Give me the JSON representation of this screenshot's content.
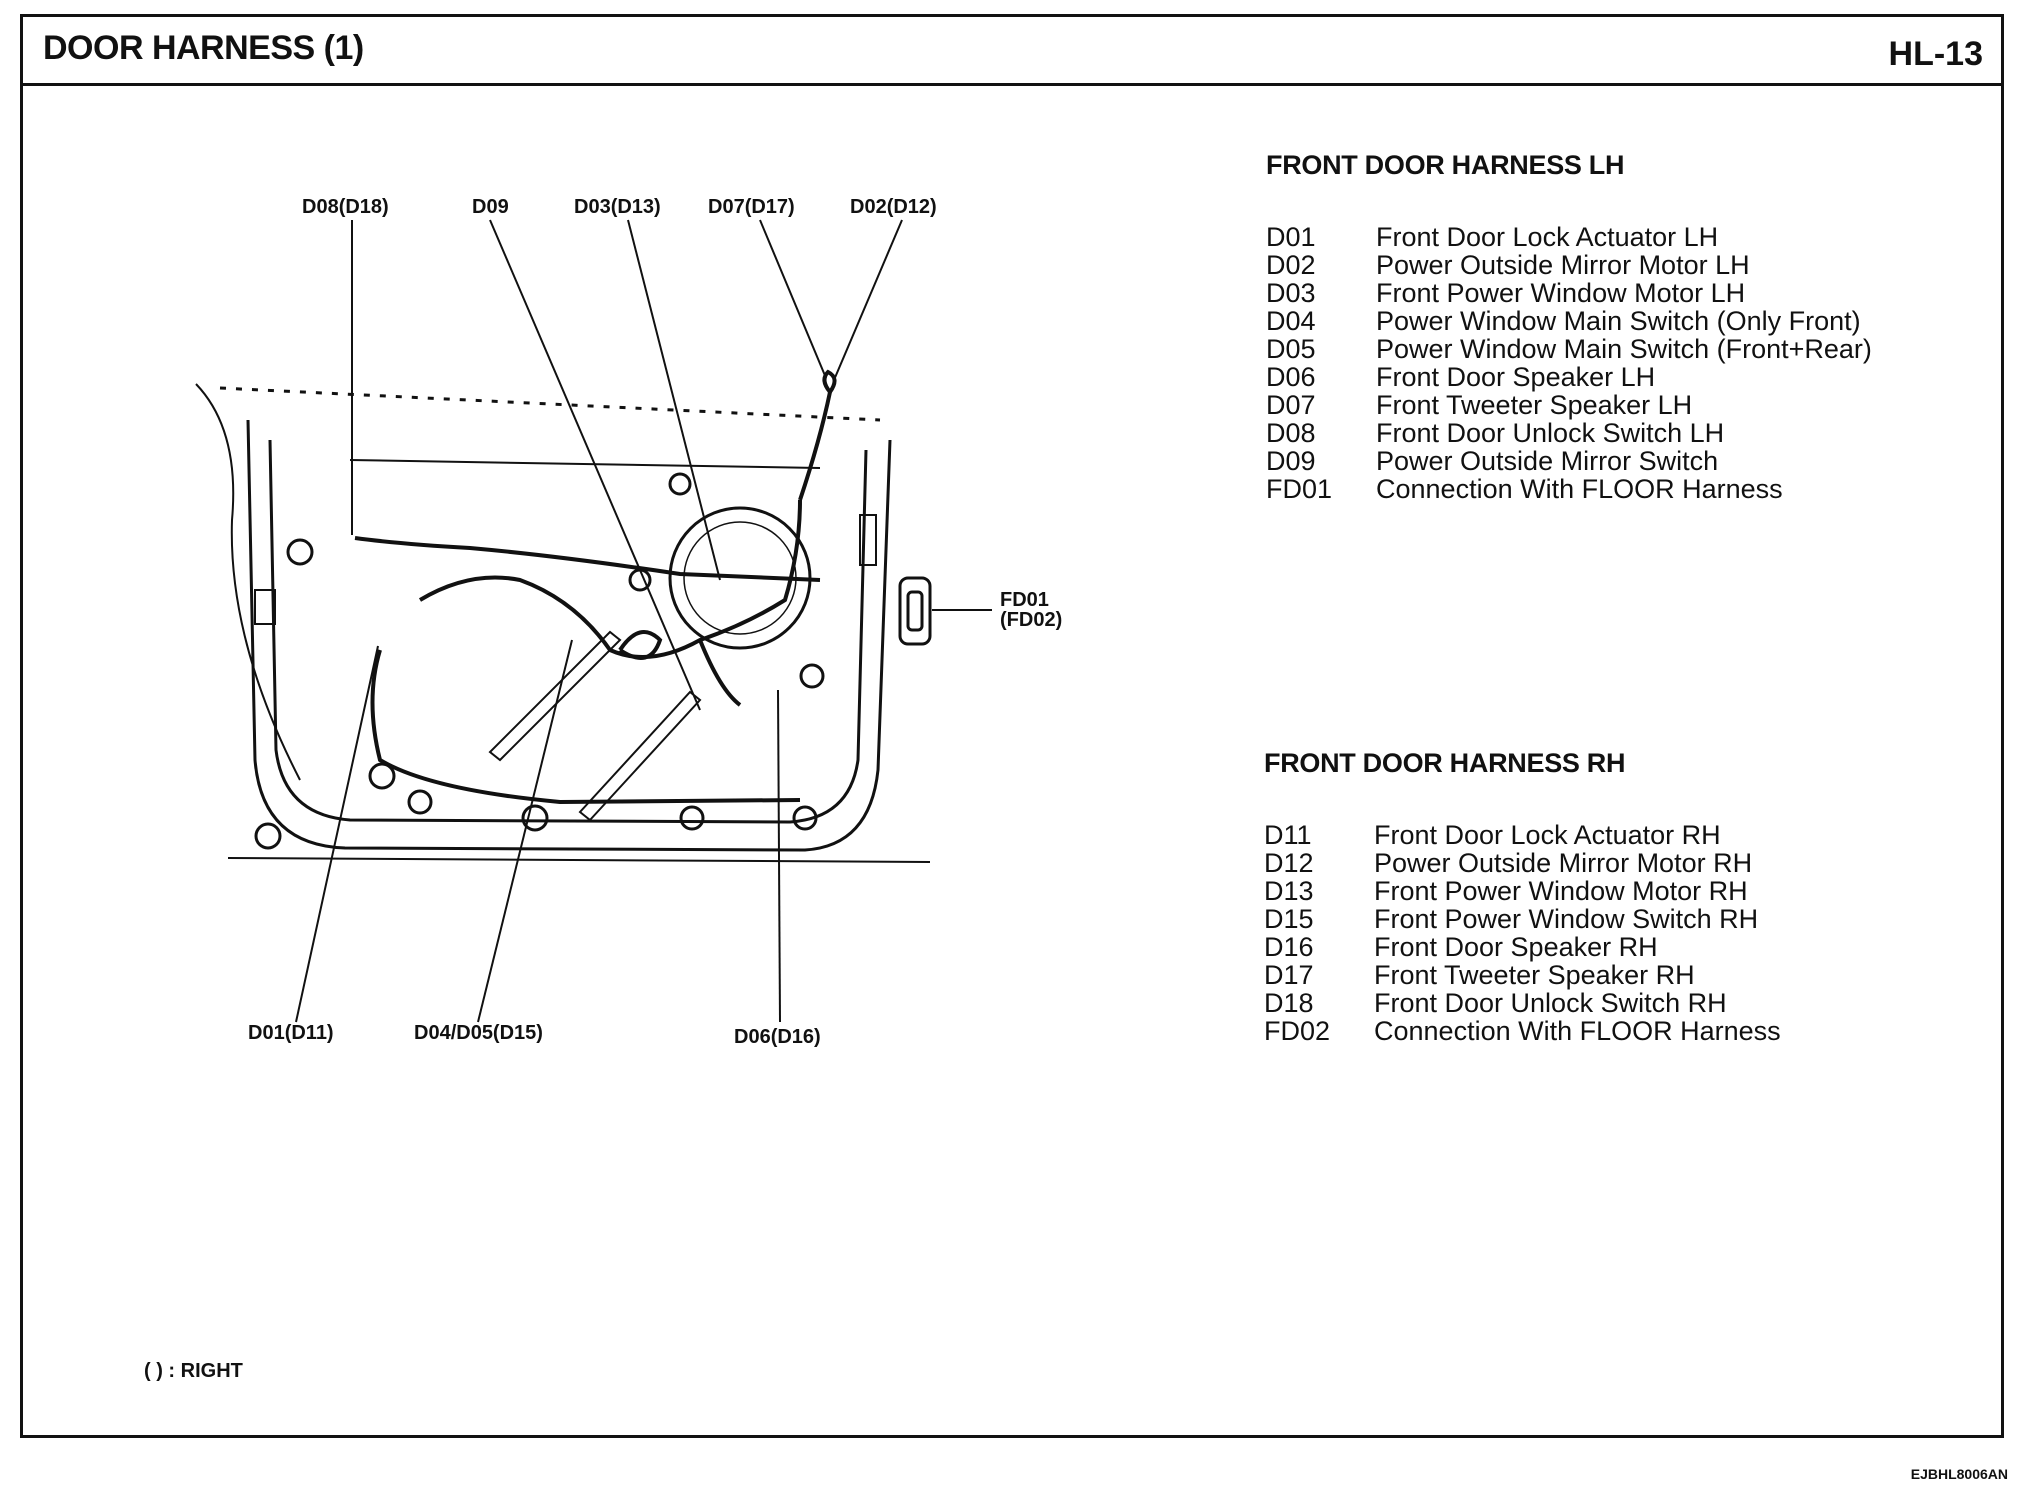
{
  "header": {
    "title": "DOOR HARNESS (1)",
    "page_code": "HL-13"
  },
  "diagram": {
    "callouts": {
      "d08_d18": "D08(D18)",
      "d09": "D09",
      "d03_d13": "D03(D13)",
      "d07_d17": "D07(D17)",
      "d02_d12": "D02(D12)",
      "fd01": "FD01",
      "fd02": "(FD02)",
      "d01_d11": "D01(D11)",
      "d04_d05_d15": "D04/D05(D15)",
      "d06_d16": "D06(D16)"
    }
  },
  "legend": {
    "lh": {
      "heading": "FRONT DOOR HARNESS LH",
      "items": [
        {
          "code": "D01",
          "desc": "Front Door Lock Actuator LH"
        },
        {
          "code": "D02",
          "desc": "Power Outside Mirror Motor LH"
        },
        {
          "code": "D03",
          "desc": "Front Power Window Motor LH"
        },
        {
          "code": "D04",
          "desc": "Power Window Main Switch (Only Front)"
        },
        {
          "code": "D05",
          "desc": "Power Window Main Switch (Front+Rear)"
        },
        {
          "code": "D06",
          "desc": "Front Door Speaker LH"
        },
        {
          "code": "D07",
          "desc": "Front Tweeter Speaker LH"
        },
        {
          "code": "D08",
          "desc": "Front Door Unlock Switch LH"
        },
        {
          "code": "D09",
          "desc": "Power Outside Mirror Switch"
        },
        {
          "code": "FD01",
          "desc": "Connection With FLOOR Harness"
        }
      ]
    },
    "rh": {
      "heading": "FRONT DOOR HARNESS RH",
      "items": [
        {
          "code": "D11",
          "desc": "Front Door Lock Actuator RH"
        },
        {
          "code": "D12",
          "desc": "Power Outside Mirror Motor RH"
        },
        {
          "code": "D13",
          "desc": "Front Power Window Motor RH"
        },
        {
          "code": "D15",
          "desc": "Front Power Window Switch RH"
        },
        {
          "code": "D16",
          "desc": "Front Door Speaker RH"
        },
        {
          "code": "D17",
          "desc": "Front Tweeter Speaker RH"
        },
        {
          "code": "D18",
          "desc": "Front Door Unlock Switch RH"
        },
        {
          "code": "FD02",
          "desc": "Connection With FLOOR Harness"
        }
      ]
    }
  },
  "footnote": "( ) : RIGHT",
  "doc_id": "EJBHL8006AN"
}
